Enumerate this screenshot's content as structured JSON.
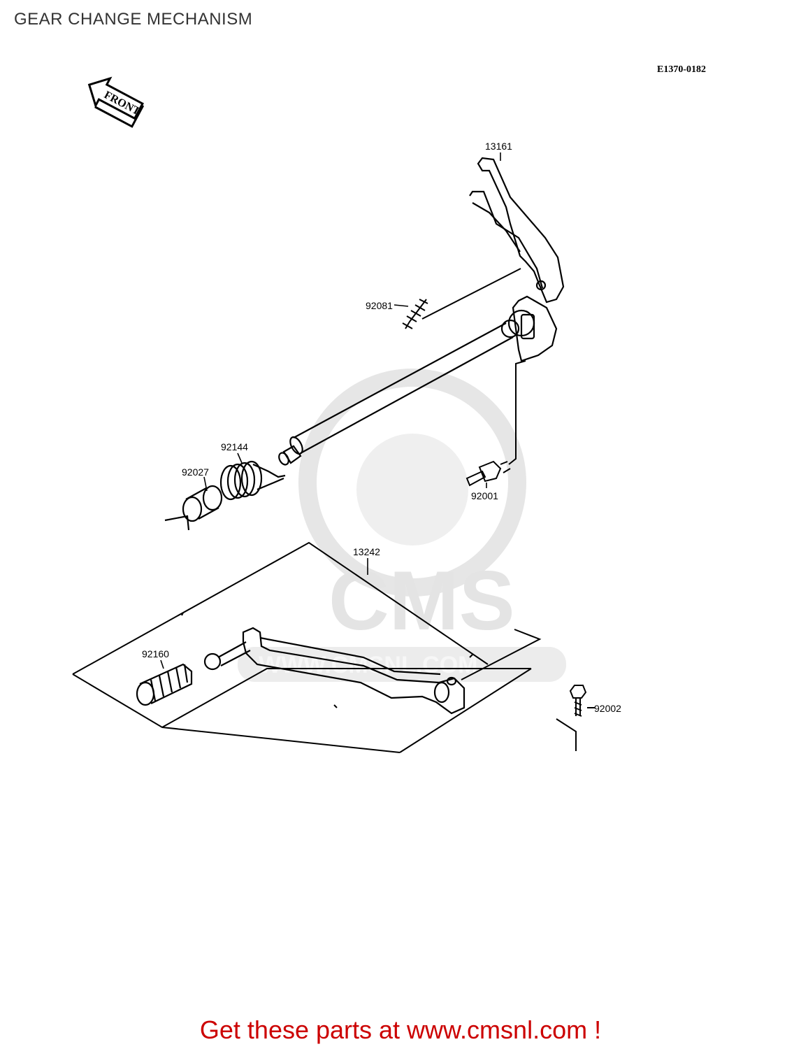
{
  "page": {
    "title": "GEAR CHANGE MECHANISM",
    "diagram_code": "E1370-0182",
    "footer_link_text": "Get these parts at www.cmsnl.com !"
  },
  "front_indicator": {
    "label": "FRONT"
  },
  "watermark": {
    "logo_text": "CMS",
    "url_text": "WWW.CMSNL.COM"
  },
  "parts": [
    {
      "number": "13161"
    },
    {
      "number": "92081"
    },
    {
      "number": "92144"
    },
    {
      "number": "92027"
    },
    {
      "number": "92001"
    },
    {
      "number": "13242"
    },
    {
      "number": "92160"
    },
    {
      "number": "92002"
    }
  ],
  "colors": {
    "title": "#333333",
    "footer_link": "#cc0000",
    "line_art": "#000000",
    "watermark": "#e4e4e4"
  }
}
